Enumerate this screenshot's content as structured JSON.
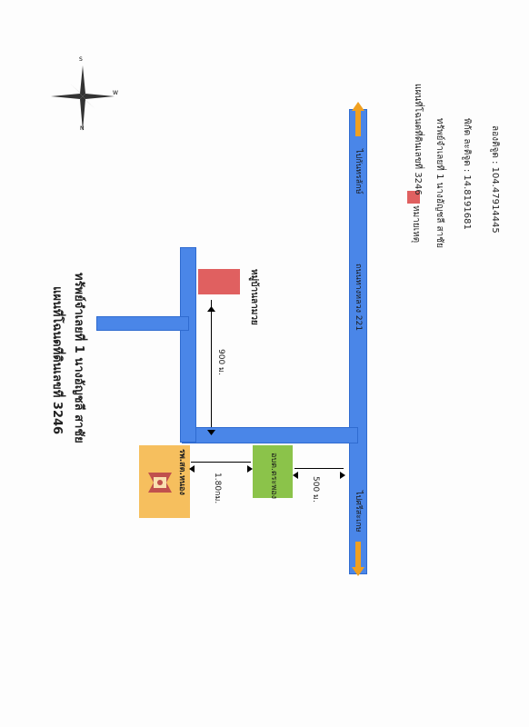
{
  "title": {
    "line1": "แผนที่โฉนดที่ดินเลขที่ 3246",
    "line2": "ทรัพย์จำเลยที่ 1 นางอัญชลี  สาชัย"
  },
  "compass": {
    "n": "N",
    "s": "S",
    "w": "W"
  },
  "roads": {
    "highway": "ถนนทางหลวง 221",
    "to_north_label": "ไปกันทรลักษ์",
    "to_south_label": "ไปศรีสะเกษ"
  },
  "places": {
    "village": "หมู่บ้านลามวย",
    "hospital": "รพ.สต.หนอง",
    "school": "อบต.ตระพอง"
  },
  "distances": {
    "d900": "900 ม.",
    "d180": "1.80กม.",
    "d500": "500 ม."
  },
  "legend": {
    "heading": "หมายเหตุ",
    "plot": "แผนที่โฉนดที่ดินเลขที่ 3246",
    "owner": "ทรัพย์จำเลยที่ 1 นางอัญชลี  สาชัย",
    "lat": "พิกัด ละติจูด : 14.8191681",
    "lon": "ลองติจูด : 104.47914445"
  },
  "colors": {
    "road": "#4a86e8",
    "plot": "#e06060",
    "hospital": "#f6bf5e",
    "school": "#8bc34a",
    "arrow": "#f0a020"
  }
}
